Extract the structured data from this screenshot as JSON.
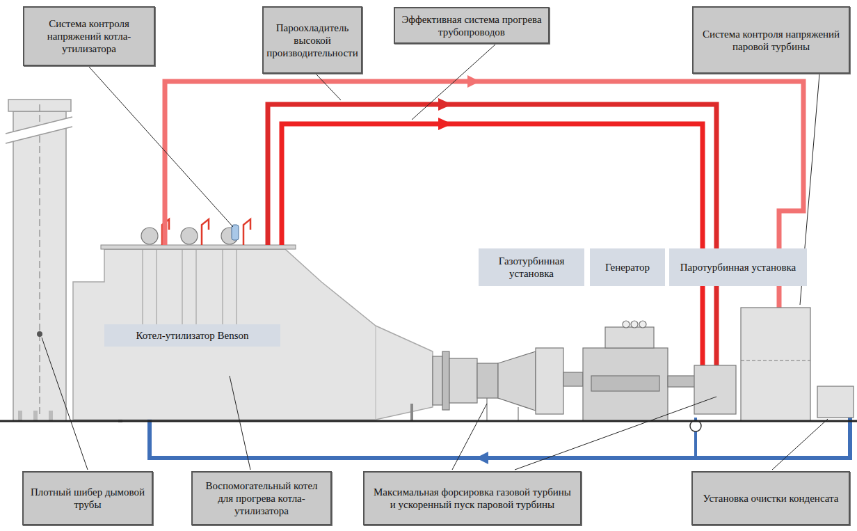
{
  "diagram": {
    "nodes": [
      {
        "text": [
          "Система контроля напряжений котла-утилизатора"
        ]
      },
      {
        "text": [
          "Пароохладитель высокой производительности"
        ]
      },
      {
        "text": [
          "Эффективная система прогрева трубопроводов"
        ]
      },
      {
        "text": [
          "Система контроля напряжений паровой турбины"
        ]
      },
      {
        "text": [
          "Газотурбинная установка"
        ]
      },
      {
        "text": [
          "Генератор"
        ]
      },
      {
        "text": [
          "Паротурбинная установка"
        ]
      },
      {
        "text": [
          "Котел-утилизатор Benson"
        ]
      },
      {
        "text": [
          "Плотный шибер дымовой трубы"
        ]
      },
      {
        "text": [
          "Воспомогательный котел для прогрева котла-утилизатора"
        ]
      },
      {
        "text": [
          "Максимальная форсировка газовой турбины и ускоренный пуск паровой турбины"
        ]
      },
      {
        "text": [
          "Установка очистки конденсата"
        ]
      }
    ]
  }
}
